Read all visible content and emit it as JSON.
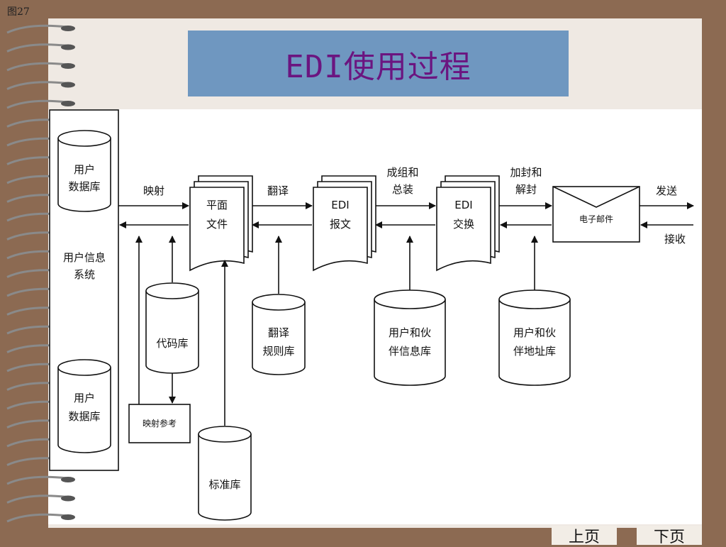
{
  "slide_label": "图27",
  "title": "EDI使用过程",
  "nav": {
    "prev_label": "上页",
    "next_label": "下页"
  },
  "diagram": {
    "user_system": {
      "db_top": [
        "用户",
        "数据库"
      ],
      "label": [
        "用户信息",
        "系统"
      ],
      "db_bottom": [
        "用户",
        "数据库"
      ]
    },
    "documents": {
      "flat_file": [
        "平面",
        "文件"
      ],
      "edi_message": [
        "EDI",
        "报文"
      ],
      "edi_exchange": [
        "EDI",
        "交换"
      ]
    },
    "email": "电子邮件",
    "arrows": {
      "mapping": "映射",
      "translate": "翻译",
      "assemble": [
        "成组和",
        "总装"
      ],
      "encrypt": [
        "加封和",
        "解封"
      ],
      "send": "发送",
      "receive": "接收"
    },
    "databases": {
      "code": "代码库",
      "translate_rules": [
        "翻译",
        "规则库"
      ],
      "standard": "标准库",
      "partner_info": [
        "用户和伙",
        "伴信息库"
      ],
      "partner_address": [
        "用户和伙",
        "伴地址库"
      ]
    },
    "mapping_ref": "映射参考"
  }
}
